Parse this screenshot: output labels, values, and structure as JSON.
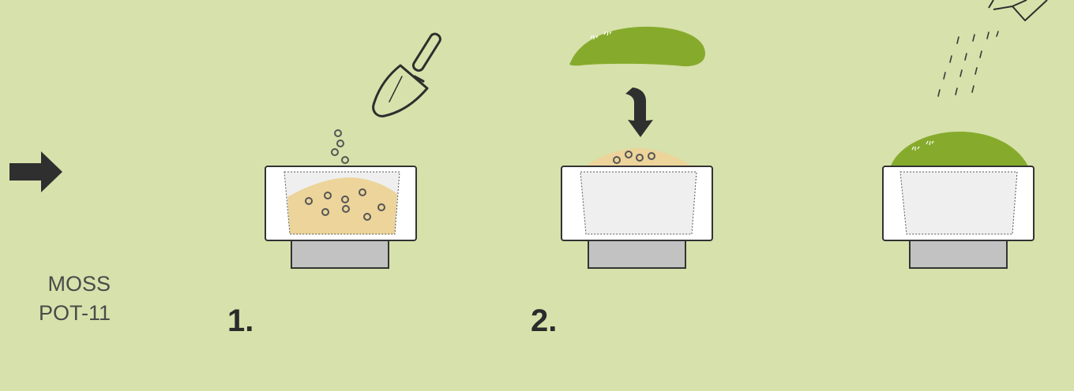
{
  "product": {
    "line1": "MOSS",
    "line2": "POT-11"
  },
  "steps": [
    {
      "number": "1."
    },
    {
      "number": "2."
    }
  ],
  "icons": {
    "arrow": "right-arrow-icon",
    "trowel": "trowel-icon",
    "watering_can": "watering-can-icon",
    "moss": "moss-clump-icon"
  },
  "colors": {
    "background": "#d7e1ab",
    "moss": "#86ab2c",
    "soil": "#ecd49a",
    "pot_rim": "#ffffff",
    "pot_inner": "#efefef",
    "pot_base": "#c2c2c2",
    "outline": "#333333"
  }
}
